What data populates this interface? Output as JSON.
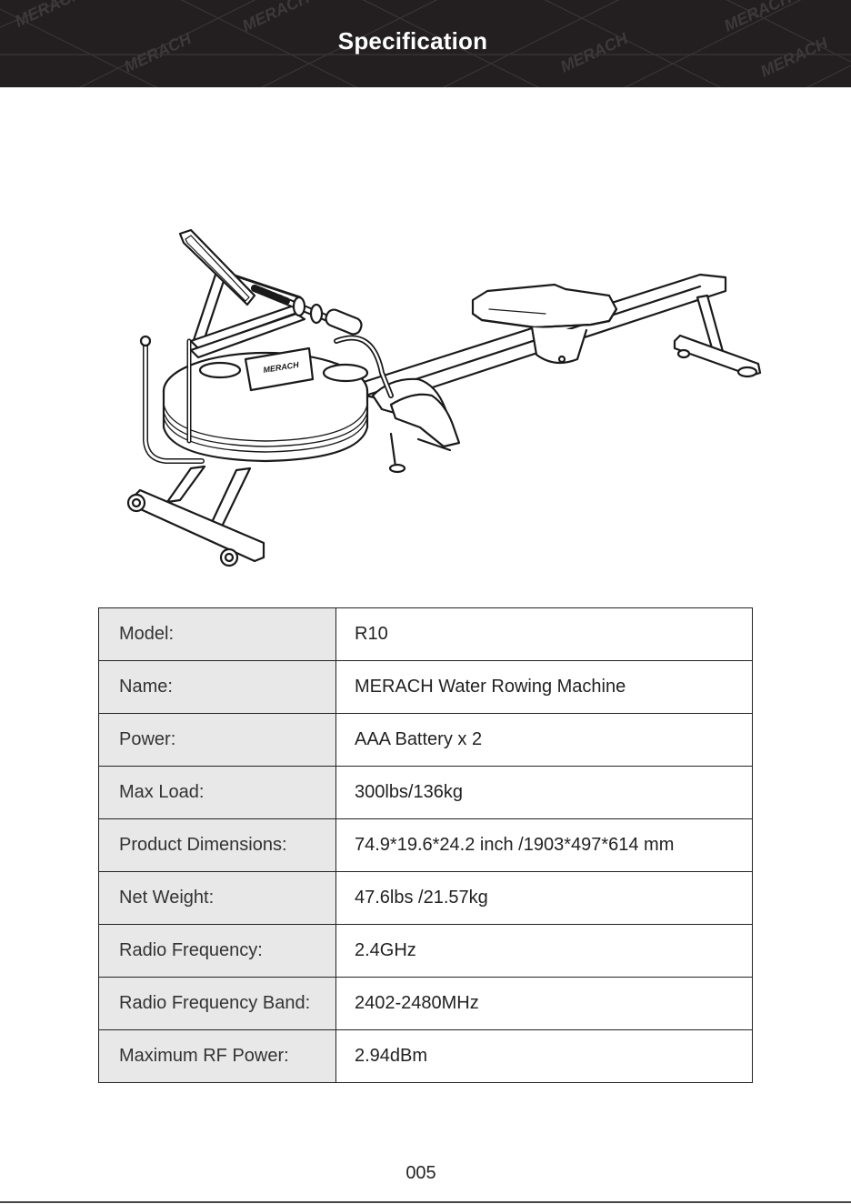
{
  "header": {
    "title": "Specification",
    "watermark_brand": "MERACH",
    "background_color": "#231f20"
  },
  "illustration": {
    "icon": "water-rowing-machine-line-drawing",
    "monitor_logo": "MERACH"
  },
  "spec_table": {
    "rows": [
      {
        "label": "Model:",
        "value": "R10"
      },
      {
        "label": "Name:",
        "value": "MERACH Water Rowing Machine"
      },
      {
        "label": "Power:",
        "value": "AAA Battery x 2"
      },
      {
        "label": "Max Load:",
        "value": "300lbs/136kg"
      },
      {
        "label": "Product Dimensions:",
        "value": "74.9*19.6*24.2 inch /1903*497*614 mm"
      },
      {
        "label": "Net Weight:",
        "value": "47.6lbs /21.57kg"
      },
      {
        "label": "Radio Frequency:",
        "value": "2.4GHz"
      },
      {
        "label": "Radio Frequency Band:",
        "value": "2402-2480MHz"
      },
      {
        "label": "Maximum RF Power:",
        "value": "2.94dBm"
      }
    ]
  },
  "footer": {
    "page_number": "005"
  }
}
